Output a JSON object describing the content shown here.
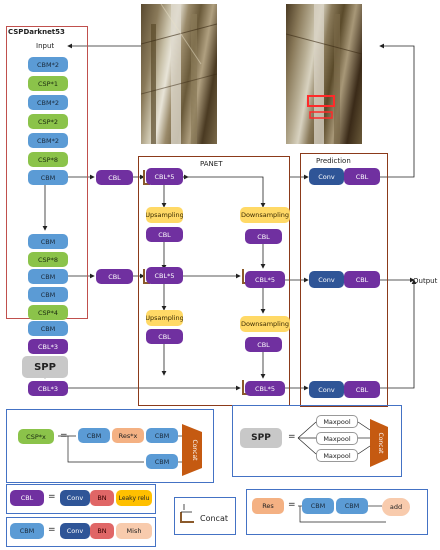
{
  "backbone": {
    "title": "CSPDarknet53",
    "input": "Input",
    "layers": [
      "CBM*2",
      "CSP*1",
      "CBM*2",
      "CSP*2",
      "CBM*2",
      "CSP*8",
      "CBM",
      "CBM",
      "CSP*8",
      "CBM",
      "CBM",
      "CSP*4",
      "CBM",
      "CBL*3"
    ]
  },
  "spp": {
    "label": "SPP",
    "cbl_out": "CBL*3"
  },
  "panet": {
    "title": "PANET",
    "cbl": "CBL",
    "cbl5": "CBL*5",
    "upsampling": "Upsampling",
    "downsampling": "Downsampling"
  },
  "prediction": {
    "title": "Prediction",
    "conv": "Conv",
    "cbl": "CBL",
    "output": "Output"
  },
  "legend": {
    "csp": {
      "name": "CSP*x",
      "eq": "=",
      "cbm": "CBM",
      "res": "Res*x",
      "concat": "Concat"
    },
    "spp": {
      "name": "SPP",
      "eq": "=",
      "maxpool": "Maxpool",
      "concat": "Concat"
    },
    "cbl": {
      "name": "CBL",
      "eq": "=",
      "conv": "Conv",
      "bn": "BN",
      "act": "Leaky relu"
    },
    "cbm": {
      "name": "CBM",
      "eq": "=",
      "conv": "Conv",
      "bn": "BN",
      "act": "Mish"
    },
    "concat": {
      "name": "Concat"
    },
    "res": {
      "name": "Res",
      "eq": "=",
      "cbm": "CBM",
      "add": "add"
    }
  },
  "colors": {
    "cbm": "#5b9bd5",
    "csp": "#8bc34a",
    "cbl": "#7030a0",
    "conv": "#2f5597",
    "upsample": "#ffd966",
    "backbone_frame": "#c0504d",
    "panet_frame": "#8b3a1a",
    "legend_frame": "#4472c4",
    "concat": "#c55a11"
  }
}
